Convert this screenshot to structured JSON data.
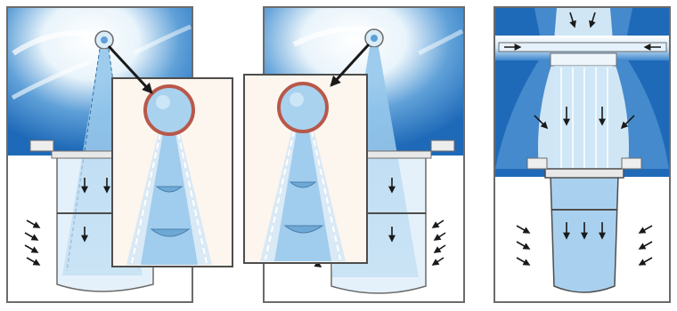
{
  "panels": [
    {
      "name": "left-panel"
    },
    {
      "name": "center-panel"
    },
    {
      "name": "right-panel"
    }
  ],
  "colors": {
    "deep_blue": "#1f6ab8",
    "mid_blue": "#5fa0d8",
    "light_blue": "#b9dcf2",
    "pale_blue": "#e3f2fb",
    "rim_red": "#b8584a",
    "frame": "#4d4d4d",
    "arrow": "#1a1a1a",
    "inset_bg": "#fdf6ee"
  }
}
